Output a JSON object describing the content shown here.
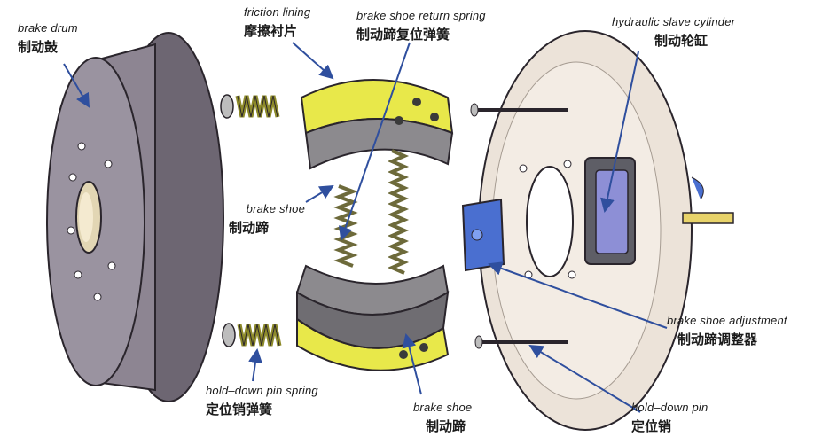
{
  "labels": {
    "brake_drum": {
      "en": "brake drum",
      "zh": "制动鼓"
    },
    "friction_lining": {
      "en": "friction lining",
      "zh": "摩擦衬片"
    },
    "return_spring": {
      "en": "brake shoe return spring",
      "zh": "制动蹄复位弹簧"
    },
    "slave_cylinder": {
      "en": "hydraulic slave cylinder",
      "zh": "制动轮缸"
    },
    "brake_shoe_left": {
      "en": "brake shoe",
      "zh": "制动蹄"
    },
    "shoe_adjustment": {
      "en": "brake shoe adjustment",
      "zh": "制动蹄调整器"
    },
    "hold_down_spring": {
      "en": "hold–down pin spring",
      "zh": "定位销弹簧"
    },
    "brake_shoe_bottom": {
      "en": "brake shoe",
      "zh": "制动蹄"
    },
    "hold_down_pin": {
      "en": "hold–down pin",
      "zh": "定位销"
    }
  },
  "colors": {
    "leader_line": "#2f4f9e",
    "drum": "#8d8592",
    "lining": "#e8e84a",
    "backing_plate": "#ece3d9",
    "cylinder": "#8d8fd6",
    "adjuster": "#4a6fd0",
    "spring": "#8d8a2a"
  }
}
